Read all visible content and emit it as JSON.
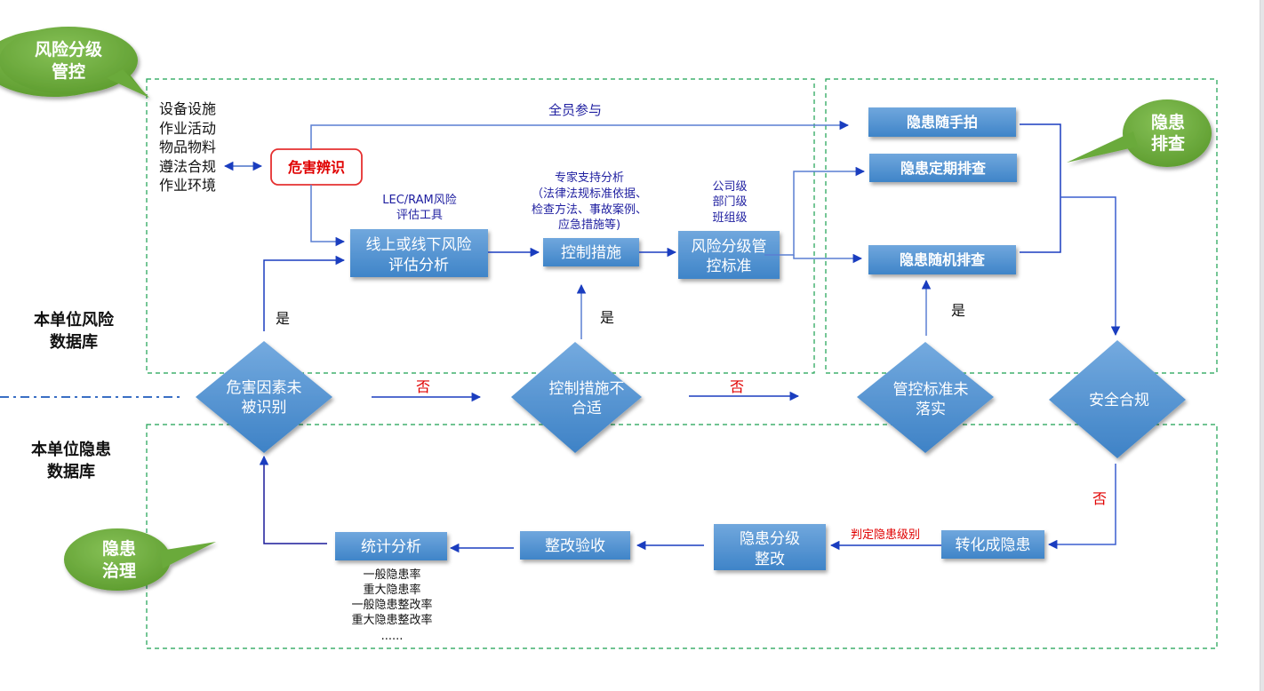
{
  "bubbles": {
    "risk_control": [
      "风险分级",
      "管控"
    ],
    "hazard_check": [
      "隐患",
      "排查"
    ],
    "hazard_govern": [
      "隐患",
      "治理"
    ]
  },
  "side_labels": {
    "risk_db": [
      "本单位风险",
      "数据库"
    ],
    "hazard_db": [
      "本单位隐患",
      "数据库"
    ]
  },
  "sources": [
    "设备设施",
    "作业活动",
    "物品物料",
    "遵法合规",
    "作业环境"
  ],
  "hazard_identification": "危害辨识",
  "all_staff": "全员参与",
  "tool_note": [
    "LEC/RAM风险",
    "评估工具"
  ],
  "expert_note": [
    "专家支持分析",
    "（法律法规标准依据、",
    "检查方法、事故案例、",
    "应急措施等)"
  ],
  "level_note": [
    "公司级",
    "部门级",
    "班组级"
  ],
  "process_boxes": {
    "assessment": [
      "线上或线下风险",
      "评估分析"
    ],
    "control_measures": [
      "控制措施"
    ],
    "grading_standard": [
      "风险分级管",
      "控标准"
    ]
  },
  "check_boxes": {
    "snapshot": "隐患随手拍",
    "periodic": "隐患定期排查",
    "random": "隐患随机排查"
  },
  "decisions": {
    "unidentified": [
      "危害因素未",
      "被识别"
    ],
    "unsuitable": [
      "控制措施不",
      "合适"
    ],
    "not_implemented": [
      "管控标准未",
      "落实"
    ],
    "compliant": [
      "安全合规"
    ]
  },
  "yes_label": "是",
  "no_label": "否",
  "govern_boxes": {
    "convert": [
      "转化成隐患"
    ],
    "rectify": [
      "隐患分级",
      "整改"
    ],
    "acceptance": [
      "整改验收"
    ],
    "statistics": [
      "统计分析"
    ]
  },
  "grade_note": "判定隐患级别",
  "stats_list": [
    "一般隐患率",
    "重大隐患率",
    "一般隐患整改率",
    "重大隐患整改率",
    "......"
  ],
  "colors": {
    "box_top": "#6fa6dc",
    "box_bottom": "#3f85c9",
    "bubble_green": "#6aaa3a",
    "dashed_green": "#1aa050",
    "line_blue": "#1a3dbf",
    "red": "#e00000"
  }
}
